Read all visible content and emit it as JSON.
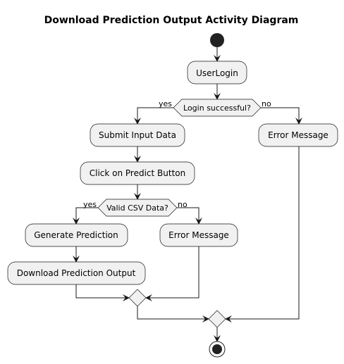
{
  "title": "Download Prediction Output Activity Diagram",
  "nodes": {
    "user_login": "UserLogin",
    "submit_input": "Submit Input Data",
    "click_predict": "Click on Predict Button",
    "generate_prediction": "Generate Prediction",
    "download_output": "Download Prediction Output",
    "error_csv": "Error Message",
    "error_login": "Error Message"
  },
  "decisions": {
    "login": {
      "question": "Login successful?",
      "yes": "yes",
      "no": "no"
    },
    "csv": {
      "question": "Valid CSV Data?",
      "yes": "yes",
      "no": "no"
    }
  }
}
